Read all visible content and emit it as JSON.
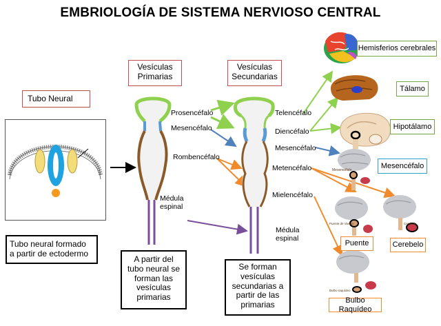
{
  "title": "EMBRIOLOGÍA DE SISTEMA NERVIOSO CENTRAL",
  "headers": {
    "tubo_neural": "Tubo Neural",
    "vesiculas_primarias_1": "Vesículas",
    "vesiculas_primarias_2": "Primarias",
    "vesiculas_secundarias_1": "Vesículas",
    "vesiculas_secundarias_2": "Secundarias"
  },
  "captions": {
    "tubo_1": "Tubo neural formado",
    "tubo_2": "a partir de ectodermo",
    "prim_1": "A partir del",
    "prim_2": "tubo neural se",
    "prim_3": "forman las",
    "prim_4": "vesículas",
    "prim_5": "primarias",
    "sec_1": "Se forman",
    "sec_2": "vesículas",
    "sec_3": "secundarias a",
    "sec_4": "partir de las",
    "sec_5": "primarias"
  },
  "primary_labels": {
    "prosencefalo": "Prosencéfalo",
    "mesencefalo": "Mesencéfalo",
    "rombencefalo": "Rombencéfalo",
    "medula_1": "Médula",
    "medula_2": "espinal"
  },
  "secondary_labels": {
    "telencefalo": "Telencéfalo",
    "diencefalo": "Diencéfalo",
    "mesencefalo": "Mesencéfalo",
    "metencefalo": "Metencéfalo",
    "mielencefalo": "Mielencéfalo",
    "medula_1": "Médula",
    "medula_2": "espinal"
  },
  "structures": {
    "hemisferios": "Hemisferios cerebrales",
    "talamo": "Tálamo",
    "hipotalamo": "Hipotálamo",
    "mesencefalo": "Mesencéfalo",
    "puente": "Puente",
    "cerebelo": "Cerebelo",
    "bulbo": "Bulbo Raquídeo"
  },
  "tiny_labels": {
    "mesencefalo": "Mesencéfalo",
    "puente": "Puente de Varolio",
    "cerebelo": "Cerebelo",
    "bulbo": "Bulbo raquídeo"
  },
  "colors": {
    "green": "#8fd14f",
    "blue": "#5b9bd5",
    "brown": "#8b5a2b",
    "purple": "#7a4f9a",
    "orange": "#f08a2a",
    "red_border": "#c0504d",
    "green_border": "#77a447",
    "blue_border": "#31a0c9"
  }
}
